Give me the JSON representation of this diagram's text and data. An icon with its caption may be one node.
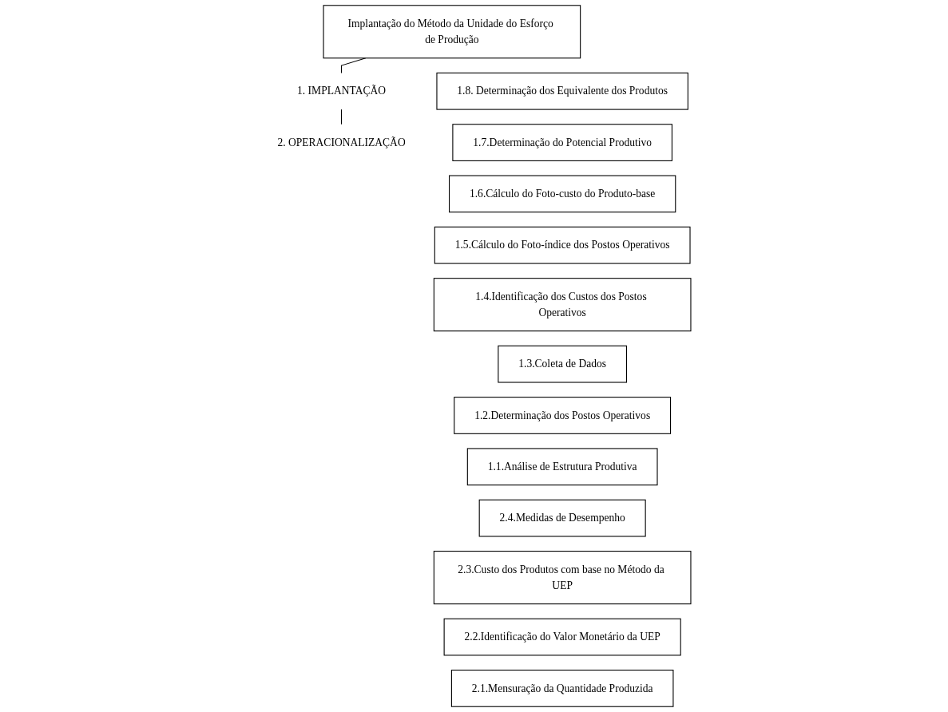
{
  "diagram": {
    "nodes": [
      {
        "text": [
          "Implantação do Método da Unidade do Esforço de Produção"
        ]
      },
      {
        "text": [
          "1. IMPLANTAÇÃO"
        ]
      },
      {
        "text": [
          "2. OPERACIONALIZAÇÃO"
        ]
      },
      {
        "text": [
          "1.8. Determinação dos Equivalente dos Produtos"
        ]
      },
      {
        "text": [
          "1.7.Determinação do Potencial Produtivo"
        ]
      },
      {
        "text": [
          "1.6.Cálculo do Foto-custo do Produto-base"
        ]
      },
      {
        "text": [
          "1.5.Cálculo do Foto-índice dos Postos Operativos"
        ]
      },
      {
        "text": [
          "1.4.Identificação dos Custos dos Postos Operativos"
        ]
      },
      {
        "text": [
          "1.3.Coleta de Dados"
        ]
      },
      {
        "text": [
          "1.2.Determinação dos Postos Operativos"
        ]
      },
      {
        "text": [
          "1.1.Análise de Estrutura Produtiva"
        ]
      },
      {
        "text": [
          "2.4.Medidas de Desempenho"
        ]
      },
      {
        "text": [
          "2.3.Custo dos Produtos com base no Método da UEP"
        ]
      },
      {
        "text": [
          "2.2.Identificação do Valor Monetário da UEP"
        ]
      },
      {
        "text": [
          "2.1.Mensuração da Quantidade Produzida"
        ]
      }
    ],
    "edges": [
      {
        "from": 0,
        "to": 1,
        "arrow": "none"
      },
      {
        "from": 1,
        "to": 2,
        "arrow": "none"
      }
    ]
  }
}
